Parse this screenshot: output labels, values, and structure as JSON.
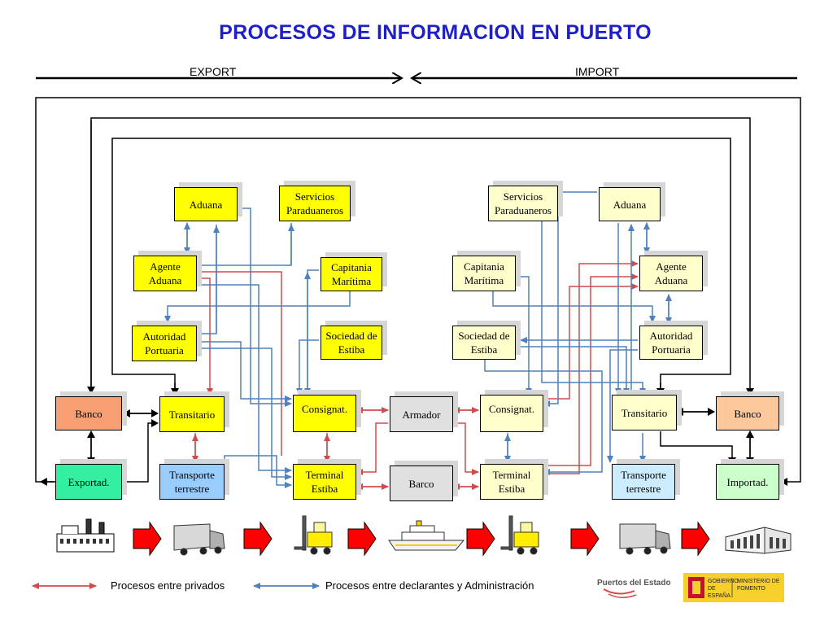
{
  "title": "PROCESOS DE INFORMACION EN PUERTO",
  "directions": {
    "export": "EXPORT",
    "import": "IMPORT"
  },
  "colors": {
    "private": "#d24b4b",
    "admin": "#4f81bd",
    "title": "#1f1fc8"
  },
  "nodes": {
    "exp_aduana": "Aduana",
    "exp_servicios": "Servicios Paraduaneros",
    "exp_agente": "Agente Aduana",
    "exp_capitania": "Capitania Marítima",
    "exp_autoridad": "Autoridad Portuaria",
    "exp_sociedad": "Sociedad de Estiba",
    "exp_banco": "Banco",
    "exp_transitario": "Transitario",
    "exp_consignat": "Consignat.",
    "exp_exportad": "Exportad.",
    "exp_transporte": "Transporte terrestre",
    "exp_terminal": "Terminal Estiba",
    "armador": "Armador",
    "barco": "Barco",
    "imp_servicios": "Servicios Paraduaneros",
    "imp_aduana": "Aduana",
    "imp_capitania": "Capitania Marítima",
    "imp_agente": "Agente Aduana",
    "imp_sociedad": "Sociedad de Estiba",
    "imp_autoridad": "Autoridad Portuaria",
    "imp_consignat": "Consignat.",
    "imp_transitario": "Transitario",
    "imp_banco": "Banco",
    "imp_terminal": "Terminal Estiba",
    "imp_transporte": "Transporte terrestre",
    "imp_importad": "Importad."
  },
  "legend": {
    "private": "Procesos entre privados",
    "admin": "Procesos entre declarantes y Administración"
  },
  "logos": {
    "puertos": "Puertos del Estado",
    "gobierno": "GOBIERNO DE ESPAÑA",
    "ministerio": "MINISTERIO DE FOMENTO"
  },
  "icons": [
    "factory-icon",
    "truck-icon",
    "forklift-icon",
    "ship-icon",
    "forklift-icon",
    "truck-icon",
    "warehouse-icon"
  ]
}
